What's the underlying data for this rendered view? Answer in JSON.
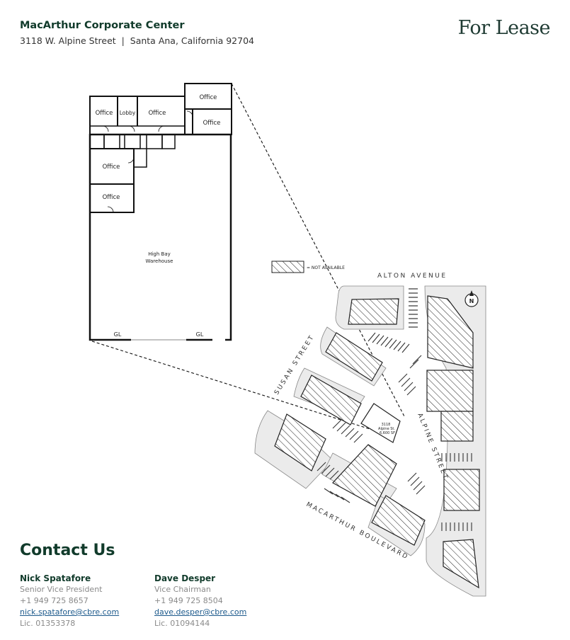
{
  "header": {
    "property_name": "MacArthur Corporate Center",
    "address": "3118 W. Alpine Street  |  Santa Ana, California 92704",
    "badge": "For Lease"
  },
  "floorplan": {
    "rooms": {
      "office_tl": "Office",
      "lobby": "Lobby",
      "office_mid": "Office",
      "office_tr1": "Office",
      "office_tr2": "Office",
      "office_l1": "Office",
      "office_l2": "Office"
    },
    "warehouse_line1": "High Bay",
    "warehouse_line2": "Warehouse",
    "grade_level_1": "GL",
    "grade_level_2": "GL"
  },
  "map": {
    "legend_label": "= NOT AVAILABLE",
    "streets": {
      "alton": "ALTON AVENUE",
      "susan": "SUSAN STREET",
      "alpine": "ALPINE STREET",
      "macarthur": "MACARTHUR BOULEVARD"
    },
    "site_label_line1": "3118",
    "site_label_line2": "Alpine St.",
    "site_label_line3": "6,600 SF",
    "north": "N"
  },
  "contact": {
    "title": "Contact Us",
    "people": [
      {
        "name": "Nick Spatafore",
        "role": "Senior Vice President",
        "phone": "+1 949 725 8657",
        "email": "nick.spatafore@cbre.com",
        "license": "Lic. 01353378"
      },
      {
        "name": "Dave Desper",
        "role": "Vice Chairman",
        "phone": "+1 949 725 8504",
        "email": "dave.desper@cbre.com",
        "license": "Lic. 01094144"
      }
    ]
  }
}
